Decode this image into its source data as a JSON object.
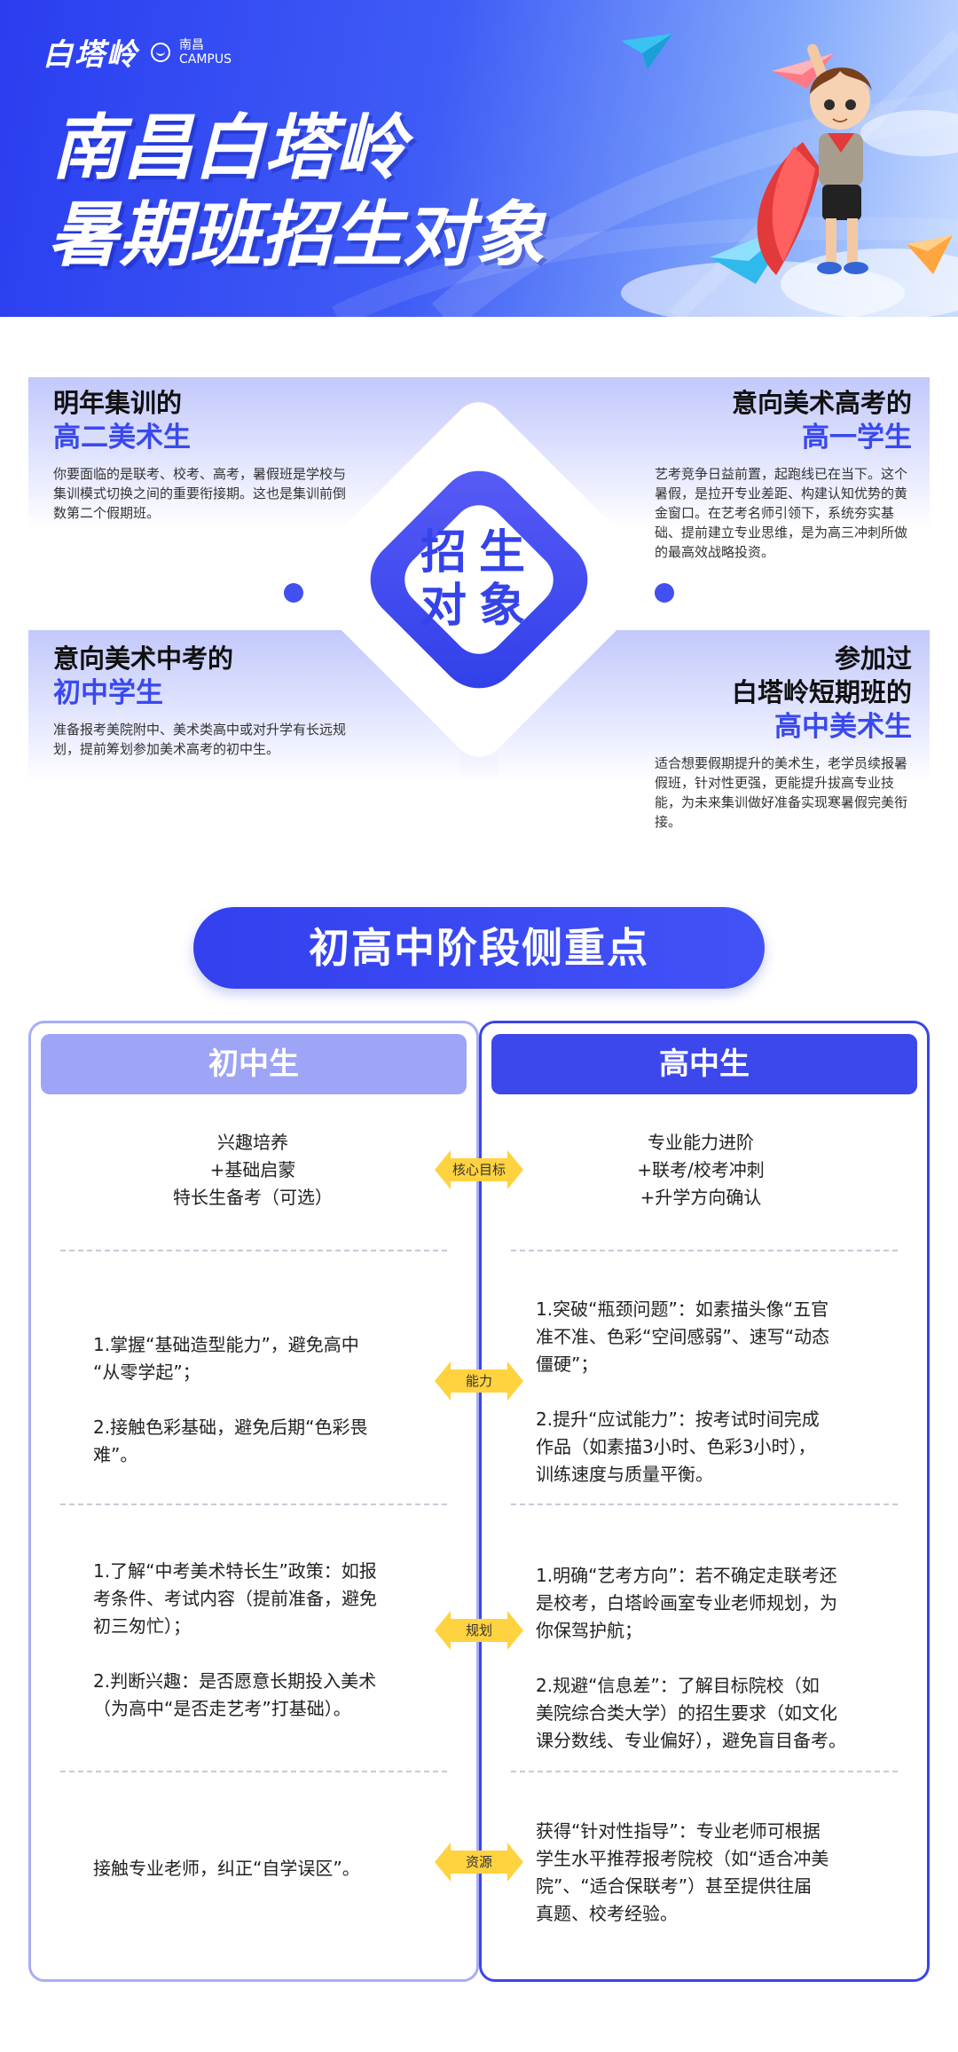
{
  "hero": {
    "logo_main": "白塔岭",
    "logo_sub_cn": "南昌",
    "logo_sub_en": "CAMPUS",
    "title_line1": "南昌白塔岭",
    "title_line2": "暑期班招生对象"
  },
  "targets": {
    "center_line1": "招生",
    "center_line2": "对象",
    "top_left": {
      "line1": "明年集训的",
      "line2": "高二美术生",
      "desc": "你要面临的是联考、校考、高考，暑假班是学校与集训模式切换之间的重要衔接期。这也是集训前倒数第二个假期班。"
    },
    "top_right": {
      "line1": "意向美术高考的",
      "line2": "高一学生",
      "desc": "艺考竞争日益前置，起跑线已在当下。这个暑假，是拉开专业差距、构建认知优势的黄金窗口。在艺考名师引领下，系统夯实基础、提前建立专业思维，是为高三冲刺所做的最高效战略投资。"
    },
    "bottom_left": {
      "line1": "意向美术中考的",
      "line2": "初中学生",
      "desc": "准备报考美院附中、美术类高中或对升学有长远规划，提前筹划参加美术高考的初中生。"
    },
    "bottom_right": {
      "line1": "参加过",
      "line1b": "白塔岭短期班的",
      "line2": "高中美术生",
      "desc": "适合想要假期提升的美术生，老学员续报暑假班，针对性更强，更能提升拔高专业技能，为未来集训做好准备实现寒暑假完美衔接。"
    }
  },
  "focus": {
    "title": "初高中阶段侧重点",
    "left_header": "初中生",
    "right_header": "高中生",
    "rows": [
      {
        "tag": "核心目标",
        "left": [
          "兴趣培养",
          "+基础启蒙",
          "特长生备考（可选）"
        ],
        "right": [
          "专业能力进阶",
          "+联考/校考冲刺",
          "+升学方向确认"
        ]
      },
      {
        "tag": "能力",
        "left": [
          "1.掌握“基础造型能力”，避免高中",
          "“从零学起”；",
          "",
          "2.接触色彩基础，避免后期“色彩畏",
          "难”。"
        ],
        "right": [
          "1.突破“瓶颈问题”：如素描头像“五官",
          "准不准、色彩“空间感弱”、速写“动态",
          "僵硬”；",
          "",
          "2.提升“应试能力”：按考试时间完成",
          "作品（如素描3小时、色彩3小时），",
          "训练速度与质量平衡。"
        ]
      },
      {
        "tag": "规划",
        "left": [
          "1.了解“中考美术特长生”政策：如报",
          "考条件、考试内容（提前准备，避免",
          "初三匆忙）；",
          "",
          "2.判断兴趣：是否愿意长期投入美术",
          "（为高中“是否走艺考”打基础）。"
        ],
        "right": [
          "1.明确“艺考方向”：若不确定走联考还",
          "是校考，白塔岭画室专业老师规划，为",
          "你保驾护航；",
          "",
          "2.规避“信息差”：了解目标院校（如",
          "美院综合类大学）的招生要求（如文化",
          "课分数线、专业偏好），避免盲目备考。"
        ]
      },
      {
        "tag": "资源",
        "left": [
          "接触专业老师，纠正“自学误区”。"
        ],
        "right": [
          "获得“针对性指导”：专业老师可根据",
          "学生水平推荐报考院校（如“适合冲美",
          "院”、“适合保联考”）甚至提供往届",
          "真题、校考经验。"
        ]
      }
    ]
  },
  "colors": {
    "primary": "#3c47ec",
    "light": "#9ea4f6",
    "tag_yellow": "#ffd23f"
  }
}
